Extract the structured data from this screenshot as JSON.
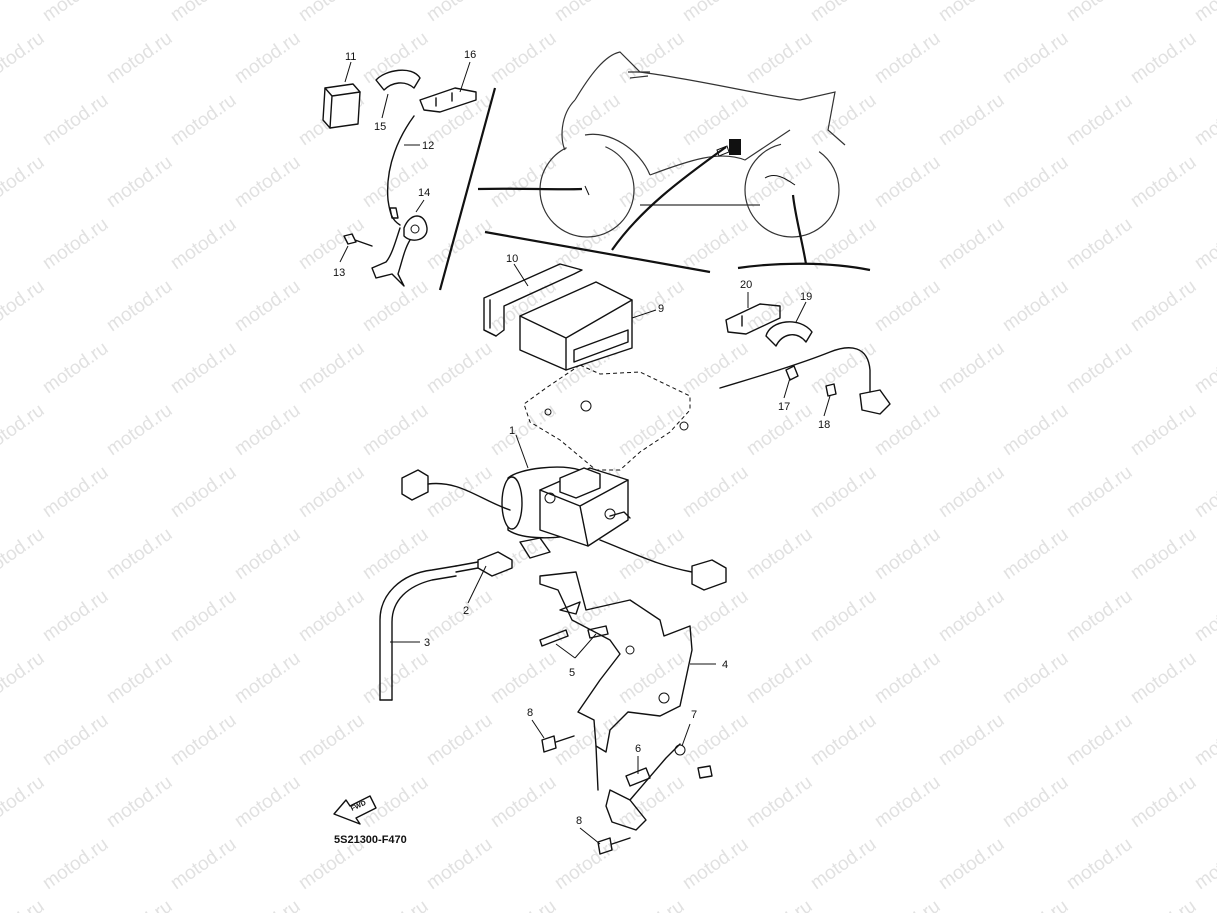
{
  "watermark": {
    "text": "motod.ru"
  },
  "callouts": [
    "1",
    "2",
    "3",
    "4",
    "5",
    "6",
    "7",
    "8",
    "8",
    "9",
    "10",
    "11",
    "12",
    "13",
    "14",
    "15",
    "16",
    "17",
    "18",
    "19",
    "20"
  ],
  "diagram_code": "5S21300-F470",
  "fwd_label": "FWD"
}
